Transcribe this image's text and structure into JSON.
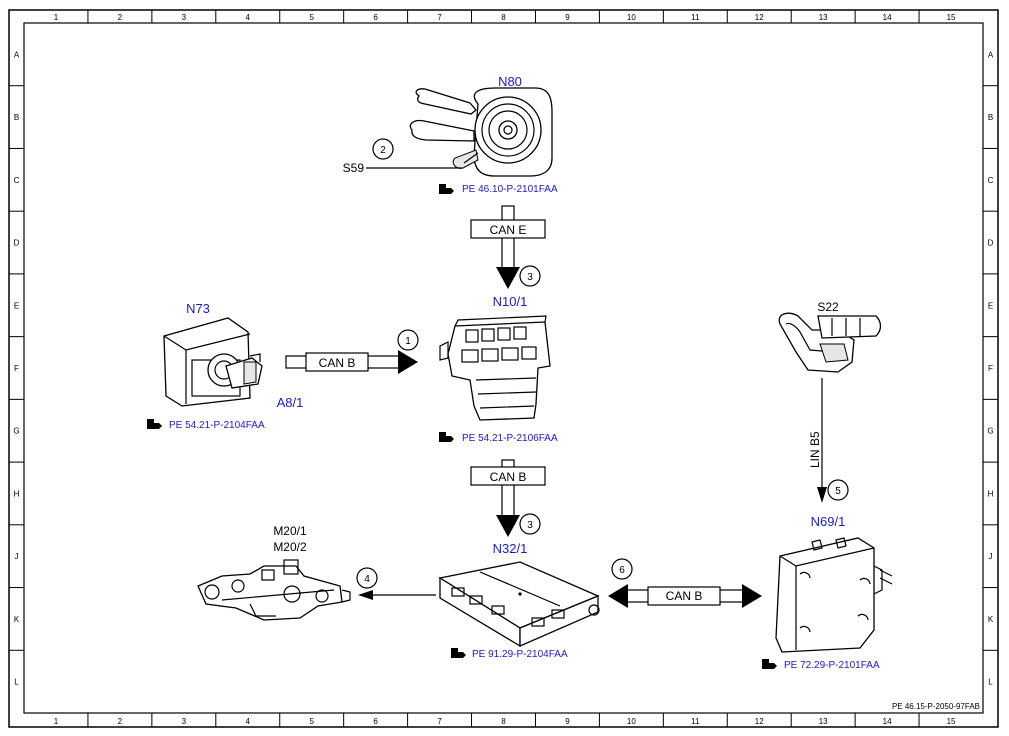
{
  "grid": {
    "columns": [
      "1",
      "2",
      "3",
      "4",
      "5",
      "6",
      "7",
      "8",
      "9",
      "10",
      "11",
      "12",
      "13",
      "14",
      "15"
    ],
    "rows": [
      "A",
      "B",
      "C",
      "D",
      "E",
      "F",
      "G",
      "H",
      "J",
      "K",
      "L"
    ]
  },
  "components": {
    "n80": "N80",
    "s59": "S59",
    "n10_1": "N10/1",
    "n73": "N73",
    "a8_1": "A8/1",
    "s22": "S22",
    "n69_1": "N69/1",
    "n32_1": "N32/1",
    "m20_1": "M20/1",
    "m20_2": "M20/2"
  },
  "references": {
    "n80": "PE 46.10-P-2101FAA",
    "n73": "PE 54.21-P-2104FAA",
    "n10_1": "PE 54.21-P-2106FAA",
    "n32_1": "PE 91.29-P-2104FAA",
    "n69_1": "PE 72.29-P-2101FAA"
  },
  "buses": {
    "can_e": "CAN E",
    "can_b_1": "CAN B",
    "can_b_2": "CAN B",
    "can_b_3": "CAN B",
    "lin_b5": "LIN B5"
  },
  "callouts": {
    "c1": "1",
    "c2": "2",
    "c3a": "3",
    "c3b": "3",
    "c4": "4",
    "c5": "5",
    "c6": "6"
  },
  "footer": {
    "doc_code": "PE 46.15-P-2050-97FAB"
  }
}
